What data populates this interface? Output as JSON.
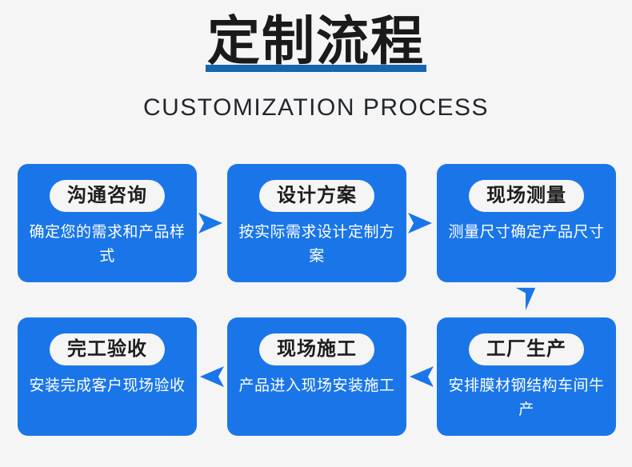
{
  "header": {
    "title": "定制流程",
    "subtitle": "CUSTOMIZATION PROCESS",
    "underline_color": "#1565b0"
  },
  "theme": {
    "background": "#f5f5f6",
    "card_blue": "#1a76e8",
    "arrow_blue": "#1a76e8",
    "pill_background": "#f5f5f5",
    "pill_text": "#1d1d1d",
    "card_text": "#ffffff"
  },
  "flow": {
    "steps": [
      {
        "badge": "沟通咨询",
        "desc": "确定您的需求和产品样式"
      },
      {
        "badge": "设计方案",
        "desc": "按实际需求设计定制方案"
      },
      {
        "badge": "现场测量",
        "desc": "测量尺寸确定产品尺寸"
      },
      {
        "badge": "工厂生产",
        "desc": "安排膜材钢结构车间牛产"
      },
      {
        "badge": "现场施工",
        "desc": "产品进入现场安装施工"
      },
      {
        "badge": "完工验收",
        "desc": "安装完成客户现场验收"
      }
    ],
    "connectors": [
      {
        "name": "arrow-right-step1-step2",
        "direction": "right"
      },
      {
        "name": "arrow-right-step2-step3",
        "direction": "right"
      },
      {
        "name": "arrow-down-step3-step4",
        "direction": "down"
      },
      {
        "name": "arrow-left-step4-step5",
        "direction": "left"
      },
      {
        "name": "arrow-left-step5-step6",
        "direction": "left"
      }
    ]
  }
}
